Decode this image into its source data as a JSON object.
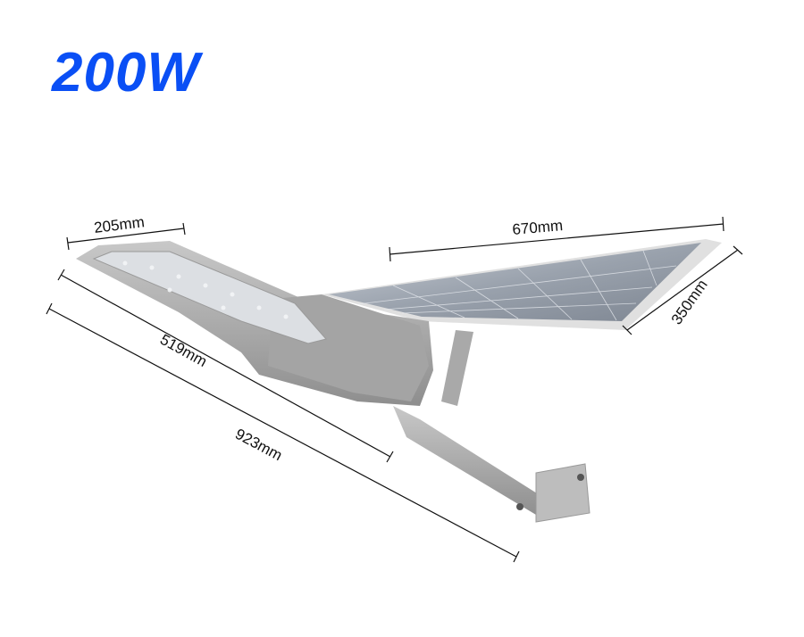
{
  "title": "200W",
  "title_color": "#0a4ff5",
  "dimensions": {
    "head_width": "205mm",
    "panel_length": "670mm",
    "panel_width": "350mm",
    "head_length": "519mm",
    "total_length": "923mm"
  },
  "product_image": "solar-street-light"
}
